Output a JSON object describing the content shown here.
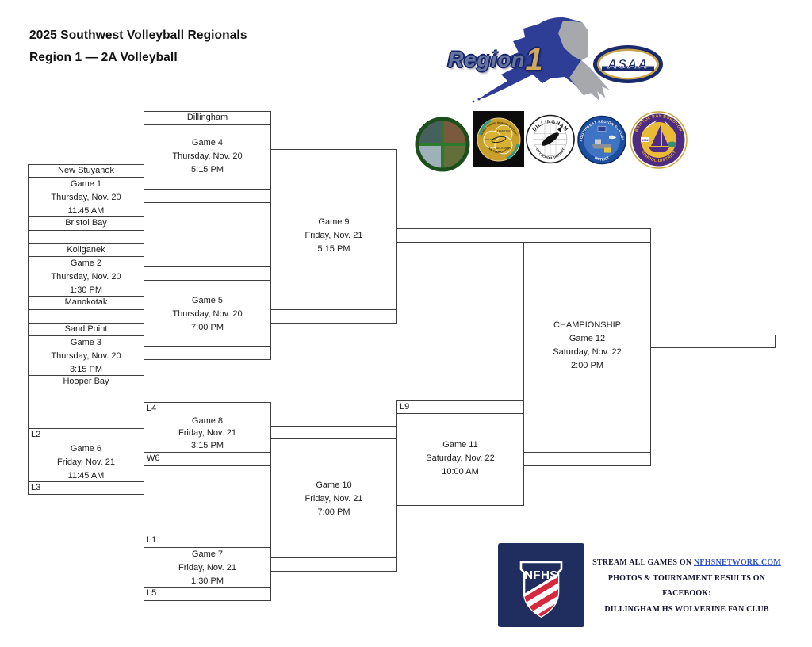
{
  "header": {
    "title_line1": "2025 Southwest Volleyball Regionals",
    "title_line2": "Region 1 — 2A Volleyball"
  },
  "region_logo": {
    "word": "Region",
    "number": "1",
    "asaa": "ASAA"
  },
  "district_seals": {
    "lysd": {
      "arc_top": "LOWER YUKON SCHOOL DISTRICT",
      "arc_bottom": "OUR COMMUNITIES",
      "circle1": "TRADITION",
      "circle2": "CULTURE",
      "circle3": "EDUCATION"
    },
    "dillingham": {
      "arc_top": "DILLINGHAM",
      "arc_bottom": "CITY SCHOOL DISTRICT"
    },
    "southwest": {
      "arc_top": "SOUTHWEST REGION SCHOOL",
      "arc_bottom": "DISTRICT"
    },
    "bristol_bay": {
      "arc_top": "BRISTOL BAY BOROUGH",
      "arc_bottom": "SCHOOL DISTRICT",
      "year": "1962"
    }
  },
  "teams": {
    "dillingham": "Dillingham",
    "new_stuyahok": "New Stuyahok",
    "bristol_bay": "Bristol Bay",
    "koliganek": "Koliganek",
    "manokotak": "Manokotak",
    "sand_point": "Sand Point",
    "hooper_bay": "Hooper Bay"
  },
  "labels": {
    "l1": "L1",
    "l2": "L2",
    "l3": "L3",
    "l4": "L4",
    "l5": "L5",
    "l9": "L9",
    "w6": "W6"
  },
  "games": {
    "g1": {
      "name": "Game 1",
      "date": "Thursday, Nov. 20",
      "time": "11:45 AM"
    },
    "g2": {
      "name": "Game 2",
      "date": "Thursday, Nov. 20",
      "time": "1:30 PM"
    },
    "g3": {
      "name": "Game 3",
      "date": "Thursday, Nov. 20",
      "time": "3:15 PM"
    },
    "g4": {
      "name": "Game 4",
      "date": "Thursday, Nov. 20",
      "time": "5:15 PM"
    },
    "g5": {
      "name": "Game 5",
      "date": "Thursday, Nov. 20",
      "time": "7:00 PM"
    },
    "g6": {
      "name": "Game 6",
      "date": "Friday, Nov. 21",
      "time": "11:45 AM"
    },
    "g7": {
      "name": "Game 7",
      "date": "Friday, Nov. 21",
      "time": "1:30 PM"
    },
    "g8": {
      "name": "Game 8",
      "date": "Friday, Nov. 21",
      "time": "3:15 PM"
    },
    "g9": {
      "name": "Game 9",
      "date": "Friday, Nov. 21",
      "time": "5:15 PM"
    },
    "g10": {
      "name": "Game 10",
      "date": "Friday, Nov. 21",
      "time": "7:00 PM"
    },
    "g11": {
      "name": "Game 11",
      "date": "Saturday, Nov. 22",
      "time": "10:00 AM"
    }
  },
  "championship": {
    "label": "CHAMPIONSHIP",
    "name": "Game 12",
    "date": "Saturday, Nov. 22",
    "time": "2:00 PM"
  },
  "nfhs": {
    "shield": "NFHS",
    "stream_prefix": "STREAM ALL GAMES ON",
    "stream_link": "NFHSNETWORK.COM",
    "line2": "PHOTOS & TOURNAMENT RESULTS ON",
    "line3": "FACEBOOK:",
    "line4": "DILLINGHAM HS WOLVERINE FAN CLUB"
  }
}
